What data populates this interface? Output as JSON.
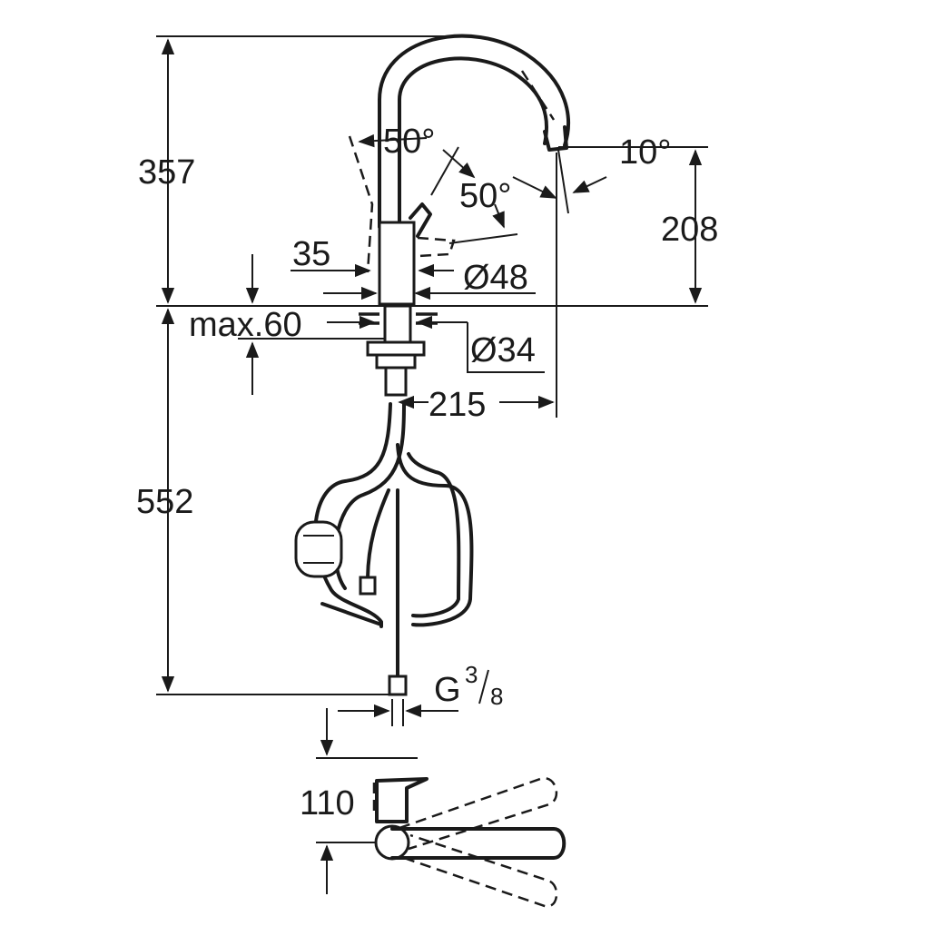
{
  "dimensions": {
    "overall_height_top": "357",
    "spout_height": "208",
    "angle_left": "50°",
    "angle_right": "50°",
    "angle_spout": "10°",
    "lever_offset": "35",
    "body_diameter": "Ø48",
    "max_deck": "max.60",
    "hole_diameter": "Ø34",
    "spout_reach": "215",
    "lower_height": "552",
    "connection_main": "G",
    "connection_num": "3",
    "connection_den": "8",
    "top_view_dim": "110"
  },
  "colors": {
    "line": "#1a1a1a",
    "background": "#ffffff"
  }
}
